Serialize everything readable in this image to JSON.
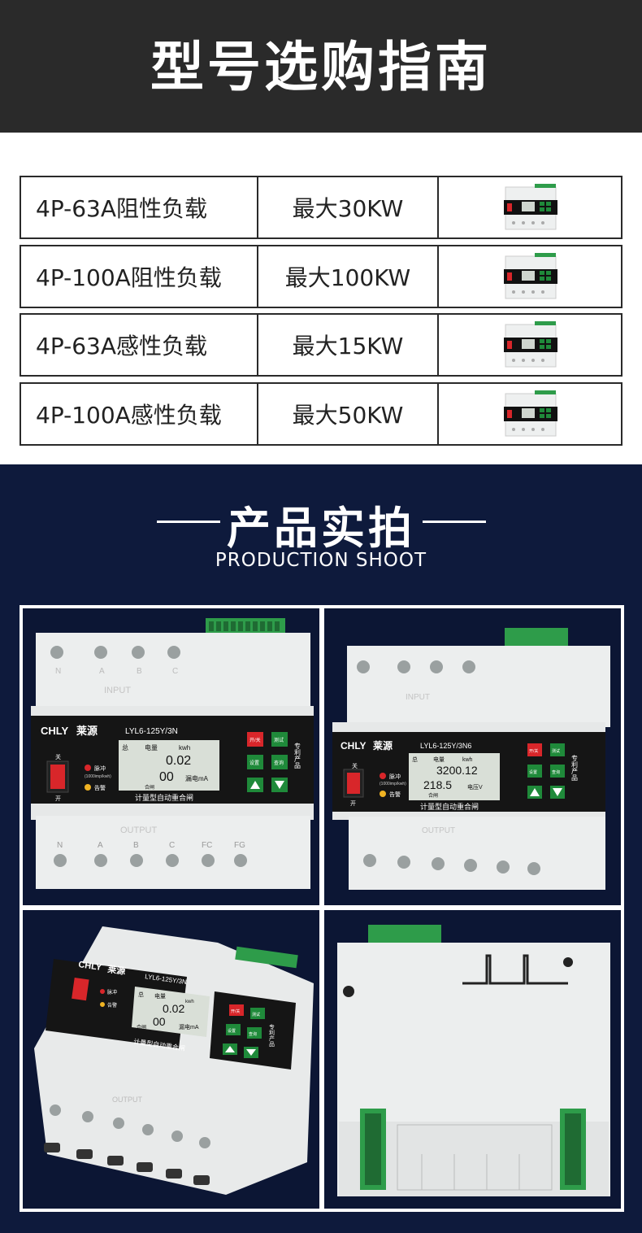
{
  "header": {
    "title": "型号选购指南"
  },
  "spec_rows": [
    {
      "model": "4P-63A阻性负载",
      "power": "最大30KW"
    },
    {
      "model": "4P-100A阻性负载",
      "power": "最大100KW"
    },
    {
      "model": "4P-63A感性负载",
      "power": "最大15KW"
    },
    {
      "model": "4P-100A感性负载",
      "power": "最大50KW"
    }
  ],
  "section": {
    "title": "产品实拍",
    "subtitle": "PRODUCTION SHOOT"
  },
  "device": {
    "brand": "CHLY",
    "brand_cn": "莱源",
    "model_a": "LYL6-125Y/3N",
    "model_b": "LYL6-125Y/3N6",
    "name": "计量型自动重合闸",
    "patent": "专利产品",
    "btn_onoff": "开/关",
    "btn_test": "测试",
    "btn_set": "设置",
    "btn_query": "查询",
    "pulse": "脉冲",
    "alarm": "告警",
    "pulse_rate": "(1000imp/kwh)",
    "switch_off": "关",
    "switch_on": "开",
    "lcd_total": "总",
    "lcd_energy": "电量",
    "lcd_unit": "kwh",
    "lcd_value_a": "0.02",
    "lcd_value_b": "00",
    "lcd_leak": "漏电mA",
    "lcd_closed": "合闸",
    "lcd_value_c": "3200.12",
    "lcd_value_d": "218.5",
    "lcd_voltage": "电压V",
    "input_label": "INPUT",
    "output_label": "OUTPUT",
    "terminals_in": [
      "N",
      "A",
      "B",
      "C"
    ],
    "terminals_out": [
      "N",
      "A",
      "B",
      "C",
      "FC",
      "FG"
    ]
  },
  "colors": {
    "banner": "#2a2a2a",
    "section_bg": "#0e1a3c",
    "btn_green": "#1f8a3a",
    "btn_red": "#d8262a"
  }
}
